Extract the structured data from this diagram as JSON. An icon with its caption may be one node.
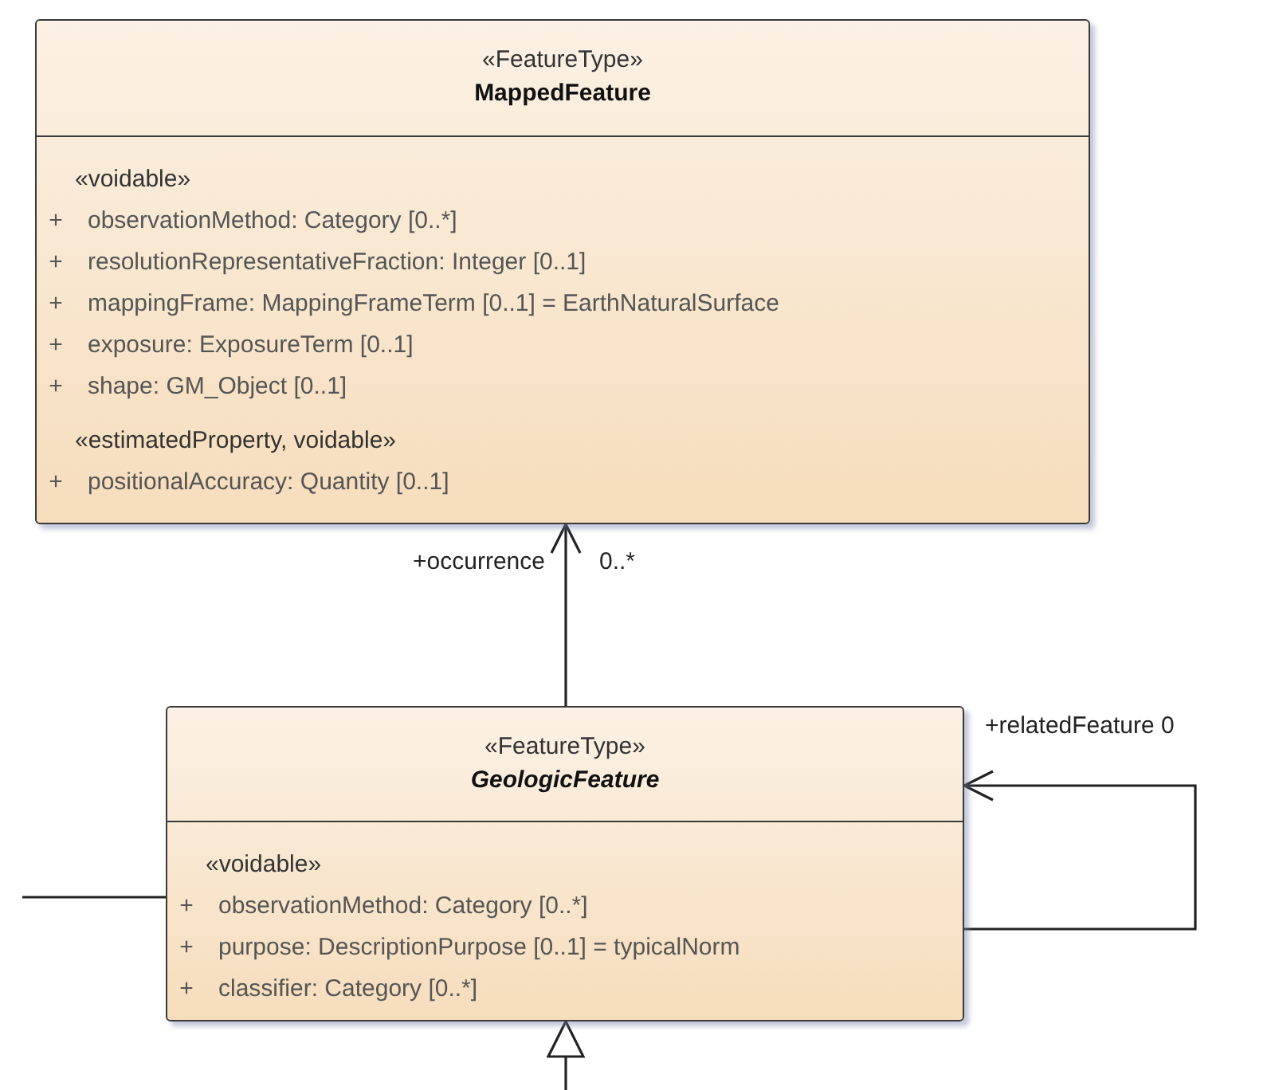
{
  "diagram": {
    "nodes": [
      {
        "text": [
          "«FeatureType»",
          "MappedFeature",
          "«voidable»",
          "+",
          "observationMethod: Category [0..*]",
          "+",
          "resolutionRepresentativeFraction: Integer [0..1]",
          "+",
          "mappingFrame: MappingFrameTerm [0..1] = EarthNaturalSurface",
          "+",
          "exposure: ExposureTerm [0..1]",
          "+",
          "shape: GM_Object [0..1]",
          "«estimatedProperty, voidable»",
          "+",
          "positionalAccuracy: Quantity [0..1]"
        ]
      },
      {
        "text": [
          "«FeatureType»",
          "GeologicFeature",
          "«voidable»",
          "+",
          "observationMethod: Category [0..*]",
          "+",
          "purpose: DescriptionPurpose [0..1] = typicalNorm",
          "+",
          "classifier: Category [0..*]"
        ]
      }
    ],
    "edges": [
      {
        "from": 1,
        "to": 0,
        "arrow": "to",
        "label": "+occurrence"
      },
      {
        "from": 1,
        "to": 1,
        "arrow": "to",
        "label": "+relatedFeature 0"
      },
      {
        "from": null,
        "to": 1,
        "arrow": "none"
      },
      {
        "from": null,
        "to": 1,
        "arrow": "to"
      }
    ],
    "labels": [
      "0..*"
    ]
  }
}
